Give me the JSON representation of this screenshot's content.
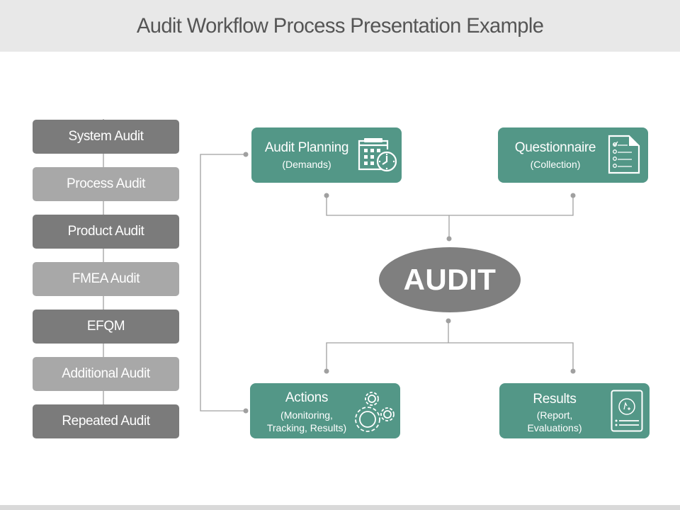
{
  "title": "Audit Workflow Process Presentation Example",
  "audit_types": [
    {
      "label": "System Audit",
      "tone": "dark"
    },
    {
      "label": "Process Audit",
      "tone": "light"
    },
    {
      "label": "Product Audit",
      "tone": "dark"
    },
    {
      "label": "FMEA Audit",
      "tone": "light"
    },
    {
      "label": "EFQM",
      "tone": "dark"
    },
    {
      "label": "Additional Audit",
      "tone": "light"
    },
    {
      "label": "Repeated Audit",
      "tone": "dark"
    }
  ],
  "center": {
    "label": "AUDIT"
  },
  "stages": {
    "planning": {
      "label": "Audit Planning",
      "sub": "(Demands)",
      "icon": "calendar-clock-icon"
    },
    "questionnaire": {
      "label": "Questionnaire",
      "sub": "(Collection)",
      "icon": "checklist-document-icon"
    },
    "actions": {
      "label": "Actions",
      "sub_line1": "(Monitoring,",
      "sub_line2": "Tracking, Results)",
      "icon": "gears-icon"
    },
    "results": {
      "label": "Results",
      "sub_line1": "(Report,",
      "sub_line2": "Evaluations)",
      "icon": "report-grade-icon"
    }
  },
  "colors": {
    "stage_teal": "#539787",
    "dark_gray": "#7b7b7b",
    "light_gray": "#a8a8a8",
    "ellipse_gray": "#7f7f7f",
    "connector_gray": "#9e9e9e",
    "title_bar": "#e8e8e8",
    "title_text": "#555555"
  }
}
